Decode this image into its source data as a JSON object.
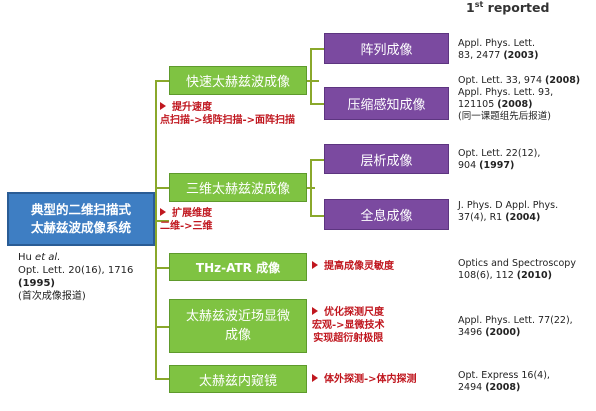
{
  "header": {
    "main": "1",
    "sup": "st",
    "rest": " reported"
  },
  "root": {
    "line1": "典型的二维扫描式",
    "line2": "太赫兹波成像系统",
    "ref": {
      "author": "Hu ",
      "etal": "et al.",
      "journal": "Opt. Lett. 20(16), 1716",
      "year": "(1995)",
      "note": "(首次成像报道)"
    }
  },
  "branches": [
    {
      "label": "快速太赫兹波成像",
      "note_lines": [
        "提升速度",
        "点扫描->线阵扫描->面阵扫描"
      ],
      "children": [
        {
          "label": "阵列成像",
          "ref_lines": [
            "Appl. Phys. Lett.",
            "83, 2477 "
          ],
          "ref_year": "(2003)"
        },
        {
          "label": "压缩感知成像",
          "ref_top": "Opt. Lett. 33, 974 ",
          "ref_top_year": "(2008)",
          "ref_lines": [
            "Appl. Phys. Lett. 93,",
            "121105 "
          ],
          "ref_year": "(2008)",
          "ref_note": "(同一课题组先后报道)"
        }
      ]
    },
    {
      "label": "三维太赫兹波成像",
      "note_lines": [
        "扩展维度",
        "二维->三维"
      ],
      "children": [
        {
          "label": "层析成像",
          "ref_lines": [
            "Opt. Lett. 22(12),",
            "904 "
          ],
          "ref_year": "(1997)"
        },
        {
          "label": "全息成像",
          "ref_lines": [
            "J. Phys. D Appl. Phys.",
            "37(4), R1 "
          ],
          "ref_year": "(2004)"
        }
      ]
    },
    {
      "label": "THz-ATR 成像",
      "note_lines": [
        "提高成像灵敏度"
      ],
      "ref_lines": [
        "Optics and Spectroscopy",
        "108(6), 112 "
      ],
      "ref_year": "(2010)"
    },
    {
      "label_line1": "太赫兹波近场显微",
      "label_line2": "成像",
      "note_lines": [
        "优化探测尺度",
        "宏观->显微技术",
        "实现超衍射极限"
      ],
      "ref_lines": [
        "Appl. Phys. Lett. 77(22),",
        "3496 "
      ],
      "ref_year": "(2000)"
    },
    {
      "label": "太赫兹内窥镜",
      "note_lines": [
        "体外探测->体内探测"
      ],
      "ref_lines": [
        "Opt. Express 16(4),",
        "2494 "
      ],
      "ref_year": "(2008)"
    }
  ],
  "colors": {
    "green": "#7fc342",
    "purple": "#7b4aa0",
    "blue": "#3e7ec3",
    "note_red": "#c0171f"
  }
}
